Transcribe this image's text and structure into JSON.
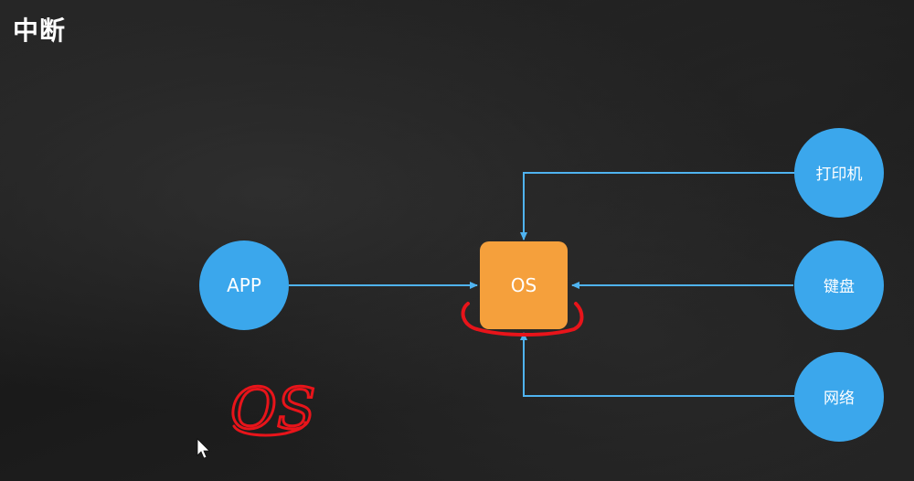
{
  "title": "中断",
  "nodes": {
    "app": "APP",
    "os": "OS",
    "printer": "打印机",
    "keyboard": "键盘",
    "network": "网络"
  },
  "annotation": {
    "handwritten_text": "OS"
  },
  "colors": {
    "background": "#1e1e1e",
    "node_circle": "#3ba7ec",
    "os_box": "#f5a03c",
    "arrow": "#4fb3f0",
    "annotation": "#e8141a"
  },
  "icons": {
    "cursor": "mouse-pointer-icon"
  }
}
